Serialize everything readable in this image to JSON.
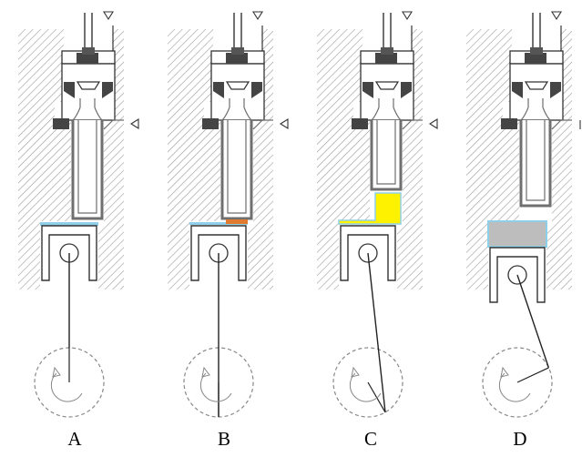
{
  "figure": {
    "panels": [
      {
        "label": "A",
        "stage_fill": "#8fd0e8"
      },
      {
        "label": "B",
        "stage_fill": "#e07a2e"
      },
      {
        "label": "C",
        "stage_fill": "#fff200"
      },
      {
        "label": "D",
        "stage_fill": "#bdbdbd"
      }
    ]
  },
  "colors": {
    "hatch": "#9a9a9a",
    "line": "#333333",
    "tube": "#6f6f6f",
    "flow_outline": "#8fd0e8",
    "background": "#ffffff"
  },
  "icons": {
    "inlet_marker": "triangle-down-icon",
    "outlet_marker": "triangle-left-icon",
    "crank_direction": "counterclockwise-arrow-icon"
  }
}
